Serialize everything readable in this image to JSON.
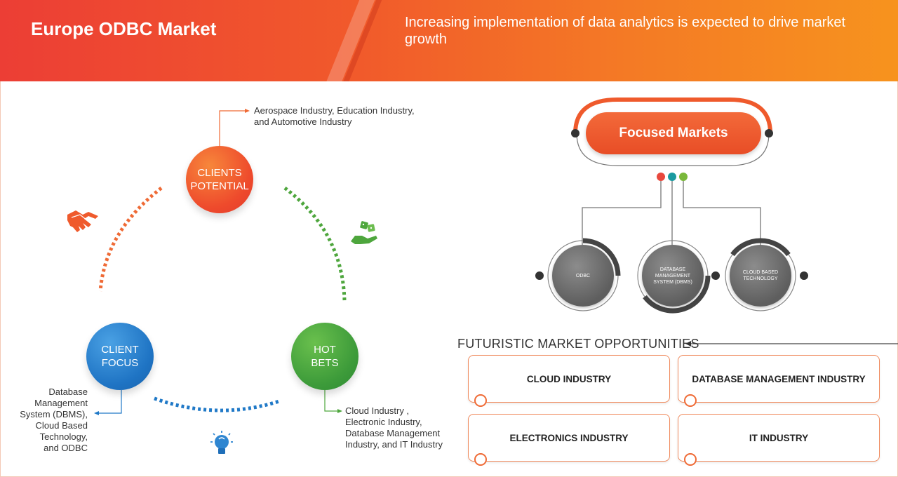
{
  "header": {
    "title": "Europe ODBC Market",
    "subtitle": "Increasing implementation of data analytics is expected to drive market growth"
  },
  "cycle": {
    "clients_potential": {
      "label": "CLIENTS\nPOTENTIAL",
      "annotation": "Aerospace Industry, Education Industry,\nand Automotive Industry",
      "color": "#ee4a2c"
    },
    "client_focus": {
      "label": "CLIENT\nFOCUS",
      "annotation": "Database\nManagement\nSystem (DBMS),\nCloud Based\nTechnology,\nand ODBC",
      "color": "#1f74c4"
    },
    "hot_bets": {
      "label": "HOT\nBETS",
      "annotation": "Cloud Industry ,\nElectronic Industry,\nDatabase Management\nIndustry, and IT Industry",
      "color": "#3d9b3a"
    },
    "icons": [
      "handshake-icon",
      "dice-hand-icon",
      "lightbulb-icon"
    ]
  },
  "focused_markets": {
    "title": "Focused Markets",
    "items": [
      {
        "label": "ODBC"
      },
      {
        "label": "DATABASE\nMANAGEMENT\nSYSTEM (DBMS)"
      },
      {
        "label": "CLOUD BASED\nTECHNOLOGY"
      }
    ],
    "dot_colors": [
      "#e8483d",
      "#1a9aa0",
      "#79b83a"
    ]
  },
  "futuristic": {
    "title": "FUTURISTIC MARKET OPPORTUNITIES",
    "items": [
      {
        "label": "CLOUD INDUSTRY"
      },
      {
        "label": "DATABASE MANAGEMENT INDUSTRY"
      },
      {
        "label": "ELECTRONICS INDUSTRY"
      },
      {
        "label": "IT INDUSTRY"
      }
    ]
  }
}
